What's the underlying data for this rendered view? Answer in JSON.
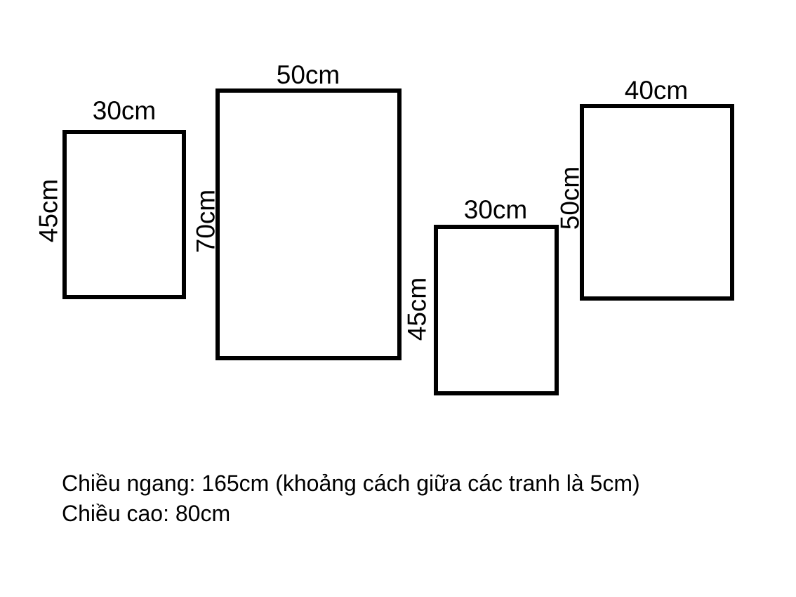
{
  "frames": [
    {
      "width_label": "30cm",
      "height_label": "45cm"
    },
    {
      "width_label": "50cm",
      "height_label": "70cm"
    },
    {
      "width_label": "30cm",
      "height_label": "45cm"
    },
    {
      "width_label": "40cm",
      "height_label": "50cm"
    }
  ],
  "notes": {
    "width_line": "Chiều ngang: 165cm (khoảng cách giữa các tranh là 5cm)",
    "height_line": "Chiều cao: 80cm"
  }
}
